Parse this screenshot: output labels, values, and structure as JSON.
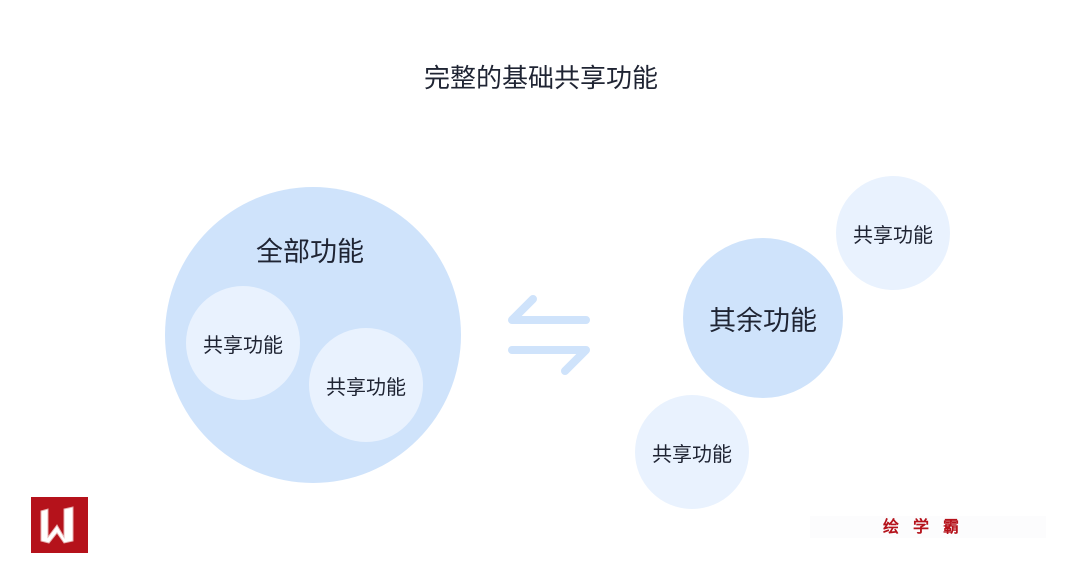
{
  "title": "完整的基础共享功能",
  "left": {
    "label": "全部功能",
    "children": [
      "共享功能",
      "共享功能"
    ]
  },
  "right": {
    "label": "其余功能",
    "satellites": [
      "共享功能",
      "共享功能"
    ]
  },
  "watermark": "绘学霸",
  "colors": {
    "circle": "#cfe3fb",
    "small_circle": "#e9f2fe",
    "brand": "#b5121b"
  }
}
